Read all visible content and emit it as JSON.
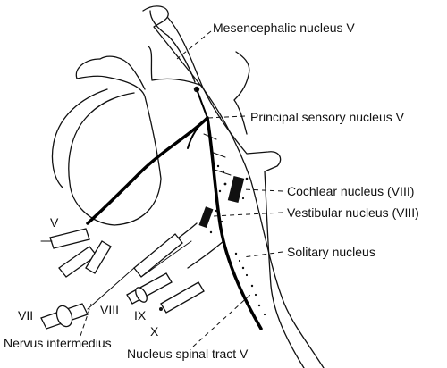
{
  "labels": {
    "mesencephalic": "Mesencephalic nucleus V",
    "principal": "Principal sensory nucleus V",
    "cochlear": "Cochlear nucleus (VIII)",
    "vestibular": "Vestibular nucleus (VIII)",
    "solitary": "Solitary nucleus",
    "spinal_tract": "Nucleus spinal tract V",
    "intermedius": "Nervus intermedius",
    "nerve_v": "V",
    "nerve_vii": "VII",
    "nerve_viii": "VIII",
    "nerve_ix": "IX",
    "nerve_x": "X"
  },
  "colors": {
    "ink": "#111111",
    "background": "#ffffff"
  }
}
